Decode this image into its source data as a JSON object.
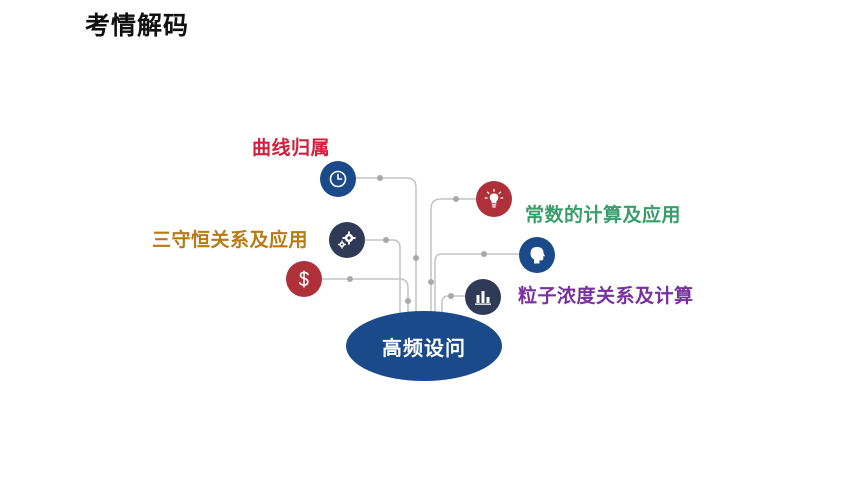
{
  "page": {
    "title": "考情解码"
  },
  "hub": {
    "label": "高频设问"
  },
  "topics": [
    {
      "label": "曲线归属",
      "color": "#d21f3c",
      "icon": "clock-icon",
      "icon_bg": "#1b4a8a"
    },
    {
      "label": "三守恒关系及应用",
      "color": "#b87a14",
      "icon": "gear-icon",
      "icon_bg": "#2e3a56"
    },
    {
      "label": "",
      "color": "",
      "icon": "dollar-icon",
      "icon_bg": "#b0303a"
    },
    {
      "label": "常数的计算及应用",
      "color": "#3a9e6a",
      "icon": "lightbulb-icon",
      "icon_bg": "#b0303a"
    },
    {
      "label": "",
      "color": "",
      "icon": "head-icon",
      "icon_bg": "#1b4a8a"
    },
    {
      "label": "粒子浓度关系及计算",
      "color": "#7a2fa0",
      "icon": "bar-chart-icon",
      "icon_bg": "#2e3a56"
    }
  ],
  "colors": {
    "connector": "#c4c4c4",
    "dot": "#a9a9a9"
  }
}
